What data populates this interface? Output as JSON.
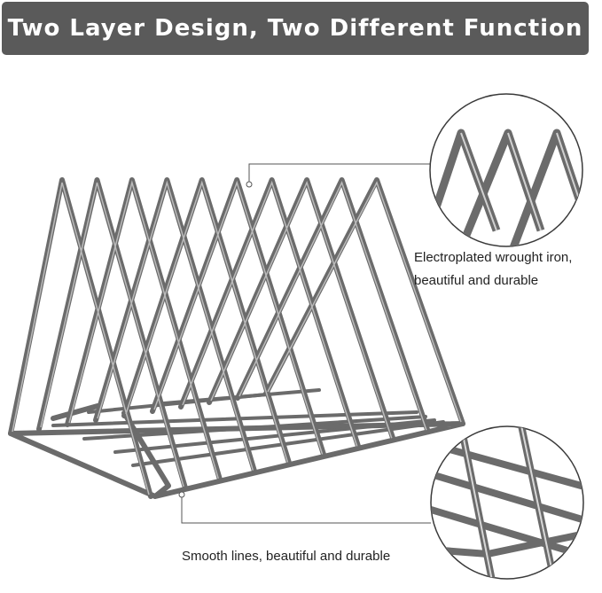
{
  "banner": {
    "title": "Two Layer Design, Two Different Function"
  },
  "callouts": {
    "top": {
      "line1": "Electroplated wrought iron,",
      "line2": "beautiful and durable"
    },
    "bottom": {
      "text": "Smooth lines, beautiful and durable"
    }
  },
  "product": {
    "name": "triangle-wire-rack",
    "wire_color": "#6b6b6b",
    "triangle_count": 10
  },
  "colors": {
    "banner_bg": "#5a5a5a",
    "banner_text": "#ffffff",
    "body_text": "#222222",
    "leader_line": "#555555"
  }
}
